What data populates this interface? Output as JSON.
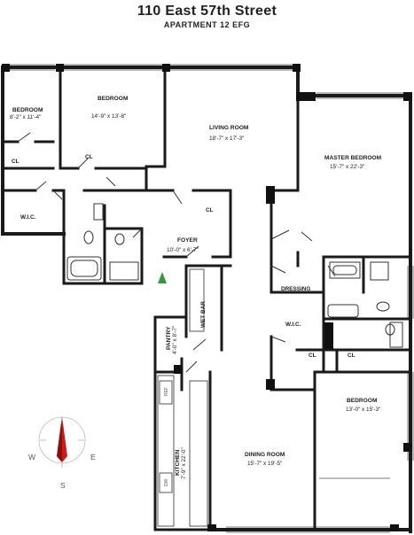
{
  "header": {
    "title": "110 East 57th Street",
    "subtitle": "APARTMENT 12 EFG"
  },
  "rooms": {
    "bedroom_left": {
      "name": "BEDROOM",
      "dims": "8'-2\" x 11'-4\""
    },
    "bedroom_mid": {
      "name": "BEDROOM",
      "dims": "14'-9\" x 13'-8\""
    },
    "living_room": {
      "name": "LIVING ROOM",
      "dims": "18'-7\" x 17'-3\""
    },
    "master_bedroom": {
      "name": "MASTER BEDROOM",
      "dims": "15'-7\" x 22'-3\""
    },
    "foyer": {
      "name": "FOYER",
      "dims": "10'-0\" x 6'-7\""
    },
    "dining_room": {
      "name": "DINING ROOM",
      "dims": "15'-7\" x 19'-5\""
    },
    "bedroom_right": {
      "name": "BEDROOM",
      "dims": "13'-0\" x 15'-3\""
    },
    "pantry": {
      "name": "PANTRY",
      "dims": "4'-0\" x 8'-7\""
    },
    "kitchen": {
      "name": "KITCHEN",
      "dims": "7'-9\" x 22'-0\""
    }
  },
  "small_labels": {
    "closet": "CL",
    "walk_in_closet": "W.I.C.",
    "wet_bar": "WET BAR",
    "dressing": "DRESSING"
  },
  "appliances": {
    "refrigerator": "REF",
    "dishwasher": "DW"
  },
  "compass": {
    "west": "W",
    "east": "E",
    "south": "S",
    "needle_color": "#cc1a1a"
  },
  "north_arrow_color": "#2e9a3a"
}
